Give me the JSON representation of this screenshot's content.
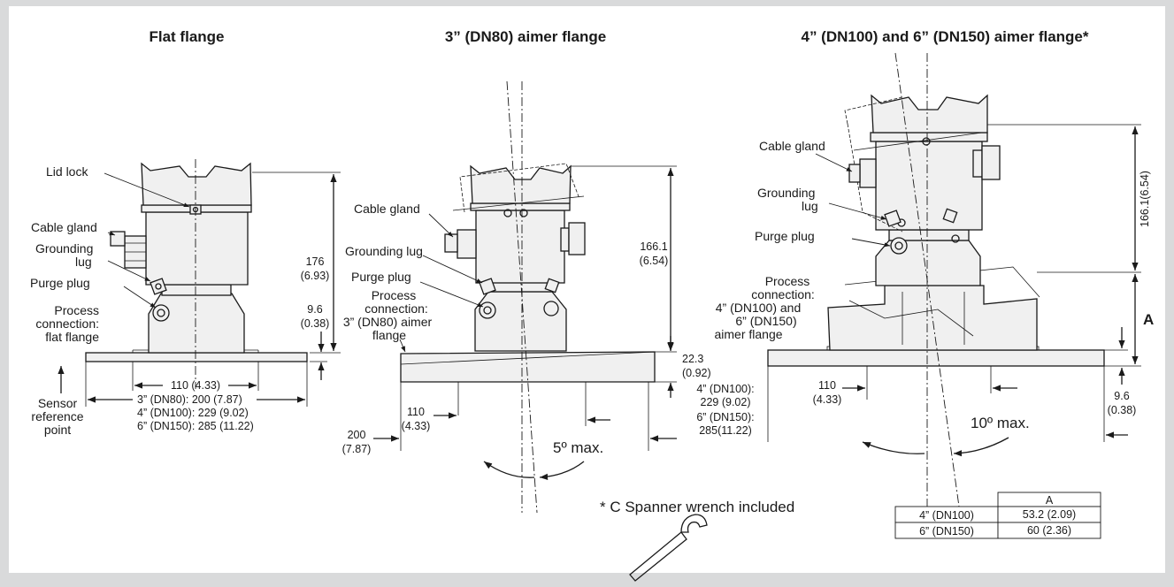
{
  "titles": {
    "flat": "Flat flange",
    "dn80": "3” (DN80) aimer flange",
    "dn100": "4” (DN100) and 6” (DN150) aimer flange*"
  },
  "flat": {
    "lid_lock": "Lid lock",
    "cable_gland": "Cable gland",
    "grounding_1": "Grounding",
    "grounding_2": "lug",
    "purge_plug": "Purge plug",
    "process_1": "Process",
    "process_2": "connection:",
    "process_3": "flat flange",
    "dim_height_1": "176",
    "dim_height_2": "(6.93)",
    "dim_small_1": "9.6",
    "dim_small_2": "(0.38)",
    "dim_110": "110 (4.33)",
    "dim_dn80": "3” (DN80): 200 (7.87)",
    "dim_dn100": "4” (DN100): 229 (9.02)",
    "dim_dn150": "6” (DN150): 285 (11.22)",
    "sensor_1": "Sensor",
    "sensor_2": "reference",
    "sensor_3": "point"
  },
  "dn80": {
    "cable_gland": "Cable gland",
    "grounding": "Grounding lug",
    "purge_plug": "Purge plug",
    "process_1": "Process",
    "process_2": "connection:",
    "process_3": "3” (DN80) aimer",
    "process_4": "flange",
    "dim_height_1": "166.1",
    "dim_height_2": "(6.54)",
    "dim_flange_1": "22.3",
    "dim_flange_2": "(0.92)",
    "dim_110_1": "110",
    "dim_110_2": "(4.33)",
    "dim_200_1": "200",
    "dim_200_2": "(7.87)",
    "angle": "5º max."
  },
  "dn100": {
    "cable_gland": "Cable gland",
    "grounding_1": "Grounding",
    "grounding_2": "lug",
    "purge_plug": "Purge plug",
    "process_1": "Process",
    "process_2": "connection:",
    "process_3": "4” (DN100) and",
    "process_4": "6” (DN150)",
    "process_5": "aimer flange",
    "dim_height": "166.1(6.54)",
    "dim_a": "A",
    "dim_110_1": "110",
    "dim_110_2": "(4.33)",
    "dim_dn100_1": "4” (DN100):",
    "dim_dn100_2": "229 (9.02)",
    "dim_dn150_1": "6” (DN150):",
    "dim_dn150_2": "285(11.22)",
    "dim_small_1": "9.6",
    "dim_small_2": "(0.38)",
    "angle": "10º max."
  },
  "note": "* C Spanner wrench included",
  "table": {
    "header": "A",
    "rows": [
      {
        "size": "4” (DN100)",
        "value": "53.2 (2.09)"
      },
      {
        "size": "6” (DN150)",
        "value": "60 (2.36)"
      }
    ]
  },
  "colors": {
    "frame": "#d9dadb",
    "line": "#1a1a1a",
    "body_fill": "#f0f0f0"
  }
}
